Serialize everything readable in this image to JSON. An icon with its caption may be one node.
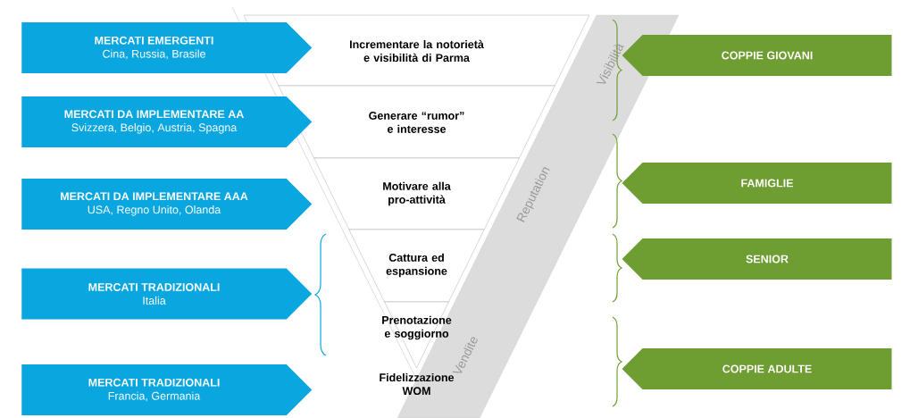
{
  "diagram": {
    "nodes": [
      {
        "text": [
          "MERCATI EMERGENTI",
          "Cina, Russia, Brasile"
        ]
      },
      {
        "text": [
          "MERCATI DA IMPLEMENTARE AA",
          "Svizzera, Belgio, Austria, Spagna"
        ]
      },
      {
        "text": [
          "MERCATI DA IMPLEMENTARE AAA",
          "USA, Regno Unito, Olanda"
        ]
      },
      {
        "text": [
          "MERCATI TRADIZIONALI",
          "Italia"
        ]
      },
      {
        "text": [
          "MERCATI TRADIZIONALI",
          "Francia, Germania"
        ]
      },
      {
        "text": [
          "Incrementare la notorietà e visibilità di Parma"
        ]
      },
      {
        "text": [
          "Generare “rumor” e interesse"
        ]
      },
      {
        "text": [
          "Motivare alla pro-attività"
        ]
      },
      {
        "text": [
          "Cattura ed espansione"
        ]
      },
      {
        "text": [
          "Prenotazione e soggiorno"
        ]
      },
      {
        "text": [
          "Fidelizzazione WOM"
        ]
      },
      {
        "text": [
          "Visibilità",
          "Reputation",
          "Vendite"
        ]
      },
      {
        "text": [
          "COPPIE GIOVANI"
        ]
      },
      {
        "text": [
          "FAMIGLIE"
        ]
      },
      {
        "text": [
          "SENIOR"
        ]
      },
      {
        "text": [
          "COPPIE ADULTE"
        ]
      }
    ]
  }
}
